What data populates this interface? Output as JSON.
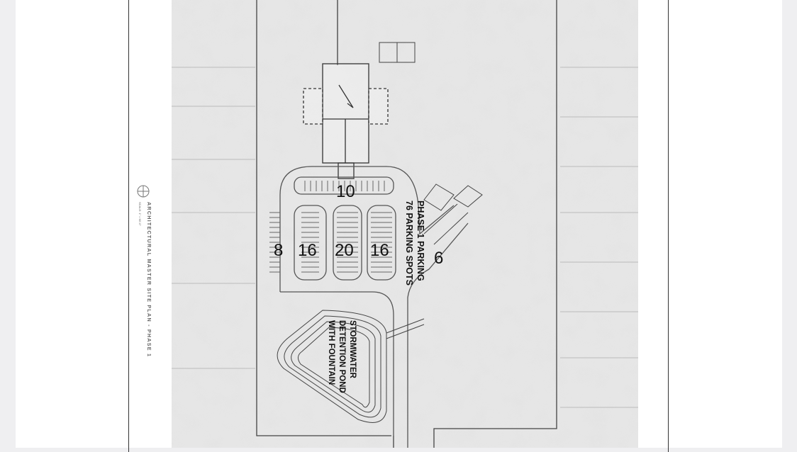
{
  "sheet": {
    "title": "ARCHITECTURAL MASTER SITE PLAN - PHASE 1",
    "scale_note": "SCALE: 1\" = 60'-0\""
  },
  "parking": {
    "label_line1": "PHASE 1 PARKING",
    "label_line2": "76 PARKING SPOTS",
    "counts": [
      "10",
      "8",
      "16",
      "20",
      "16",
      "6"
    ]
  },
  "pond": {
    "line1": "STORMWATER",
    "line2": "DETENTION POND",
    "line3": "WITH FOUNTAIN"
  },
  "colors": {
    "background": "#efeff1",
    "sheet": "#ffffff",
    "aerial": "#d9d9d9",
    "linework": "#333333"
  }
}
